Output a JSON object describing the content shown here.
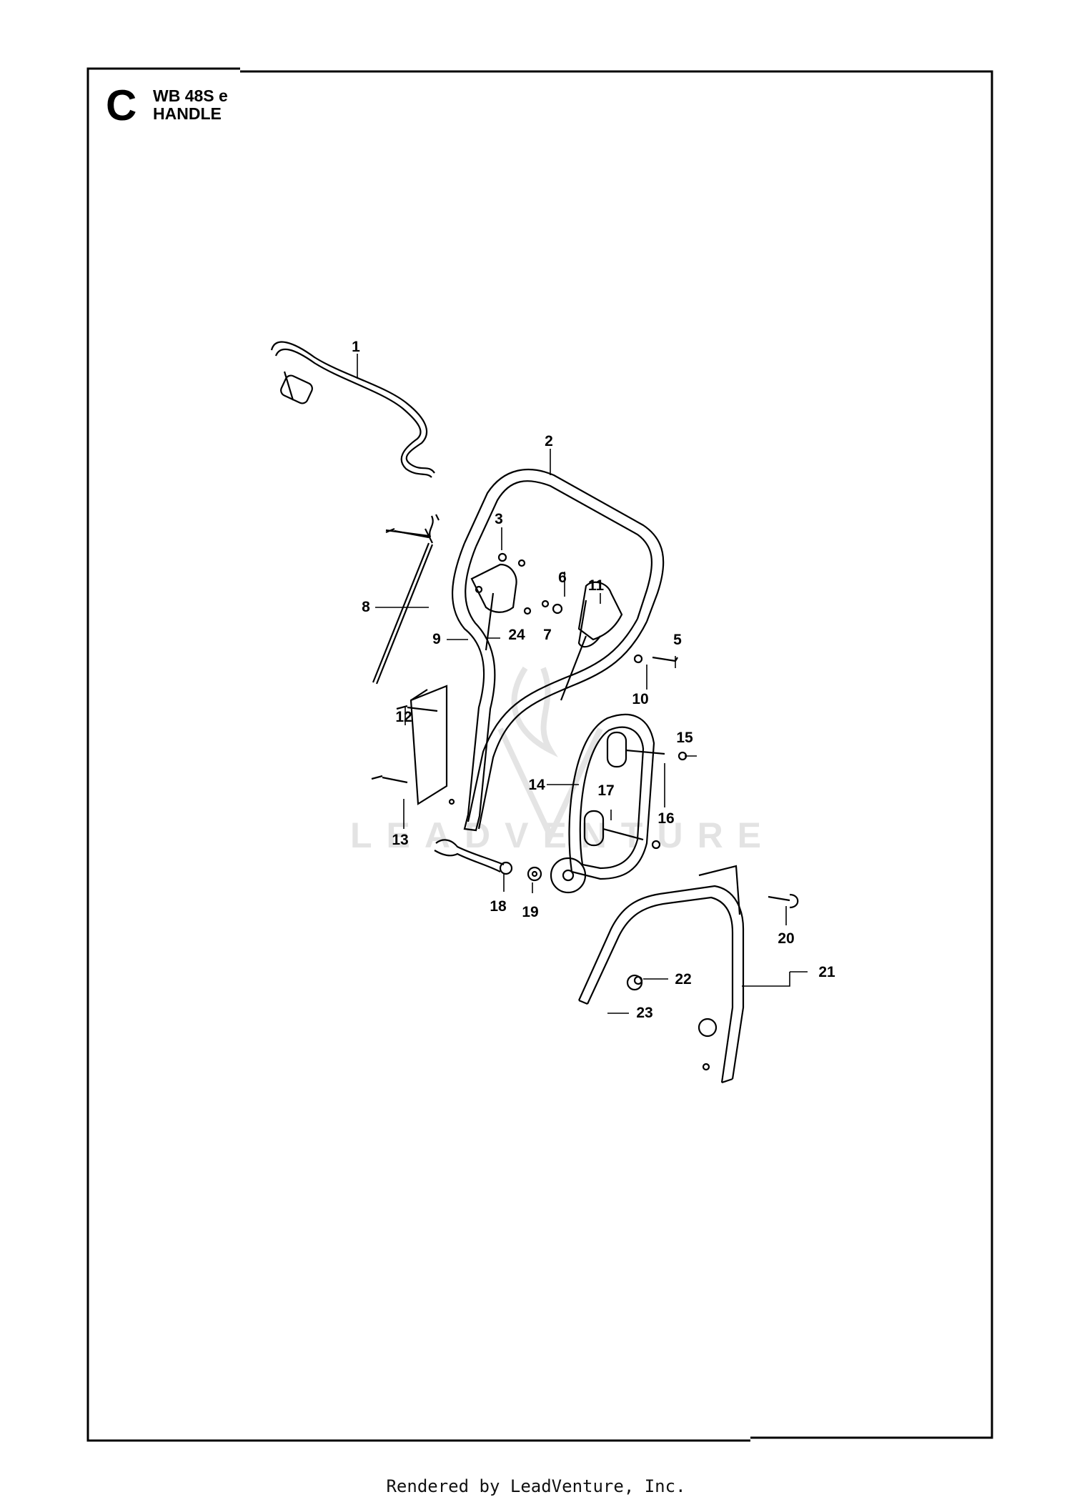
{
  "header": {
    "letter": "C",
    "model": "WB 48S e",
    "section": "HANDLE"
  },
  "footer": {
    "text": "Rendered by LeadVenture, Inc."
  },
  "watermark": {
    "text": "LEADVENTURE"
  },
  "callouts": [
    {
      "id": "1",
      "label": "1"
    },
    {
      "id": "2",
      "label": "2"
    },
    {
      "id": "3",
      "label": "3"
    },
    {
      "id": "5",
      "label": "5"
    },
    {
      "id": "6",
      "label": "6"
    },
    {
      "id": "7",
      "label": "7"
    },
    {
      "id": "8",
      "label": "8"
    },
    {
      "id": "9",
      "label": "9"
    },
    {
      "id": "10",
      "label": "10"
    },
    {
      "id": "11",
      "label": "11"
    },
    {
      "id": "12",
      "label": "12"
    },
    {
      "id": "13",
      "label": "13"
    },
    {
      "id": "14",
      "label": "14"
    },
    {
      "id": "15",
      "label": "15"
    },
    {
      "id": "16",
      "label": "16"
    },
    {
      "id": "17",
      "label": "17"
    },
    {
      "id": "18",
      "label": "18"
    },
    {
      "id": "19",
      "label": "19"
    },
    {
      "id": "20",
      "label": "20"
    },
    {
      "id": "21",
      "label": "21"
    },
    {
      "id": "22",
      "label": "22"
    },
    {
      "id": "23",
      "label": "23"
    },
    {
      "id": "24",
      "label": "24"
    }
  ]
}
